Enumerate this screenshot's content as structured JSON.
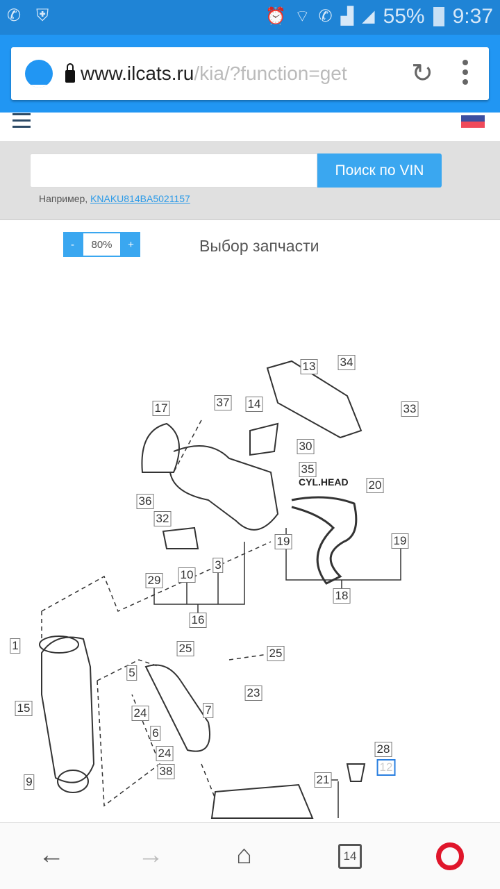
{
  "status_bar": {
    "battery": "55%",
    "time": "9:37"
  },
  "browser": {
    "url_host": "www.ilcats.ru",
    "url_path": "/kia/?function=get"
  },
  "search": {
    "button_label": "Поиск по VIN",
    "example_prefix": "Например,",
    "example_vin": "KNAKU814BA5021157",
    "input_value": ""
  },
  "zoom": {
    "minus": "-",
    "value": "80%",
    "plus": "+"
  },
  "page_title": "Выбор запчасти",
  "diagram": {
    "note": "CYL.HEAD",
    "callouts": [
      "13",
      "34",
      "17",
      "37",
      "14",
      "33",
      "30",
      "35",
      "20",
      "36",
      "32",
      "19",
      "19",
      "29",
      "10",
      "3",
      "18",
      "16",
      "1",
      "25",
      "25",
      "23",
      "5",
      "7",
      "15",
      "24",
      "6",
      "24",
      "28",
      "38",
      "12",
      "9",
      "21"
    ]
  },
  "nav": {
    "tab_count": "14"
  },
  "colors": {
    "accent": "#3aa7f0",
    "status": "#1f84d6",
    "toolbar": "#2196f3",
    "opera": "#e0162b"
  }
}
